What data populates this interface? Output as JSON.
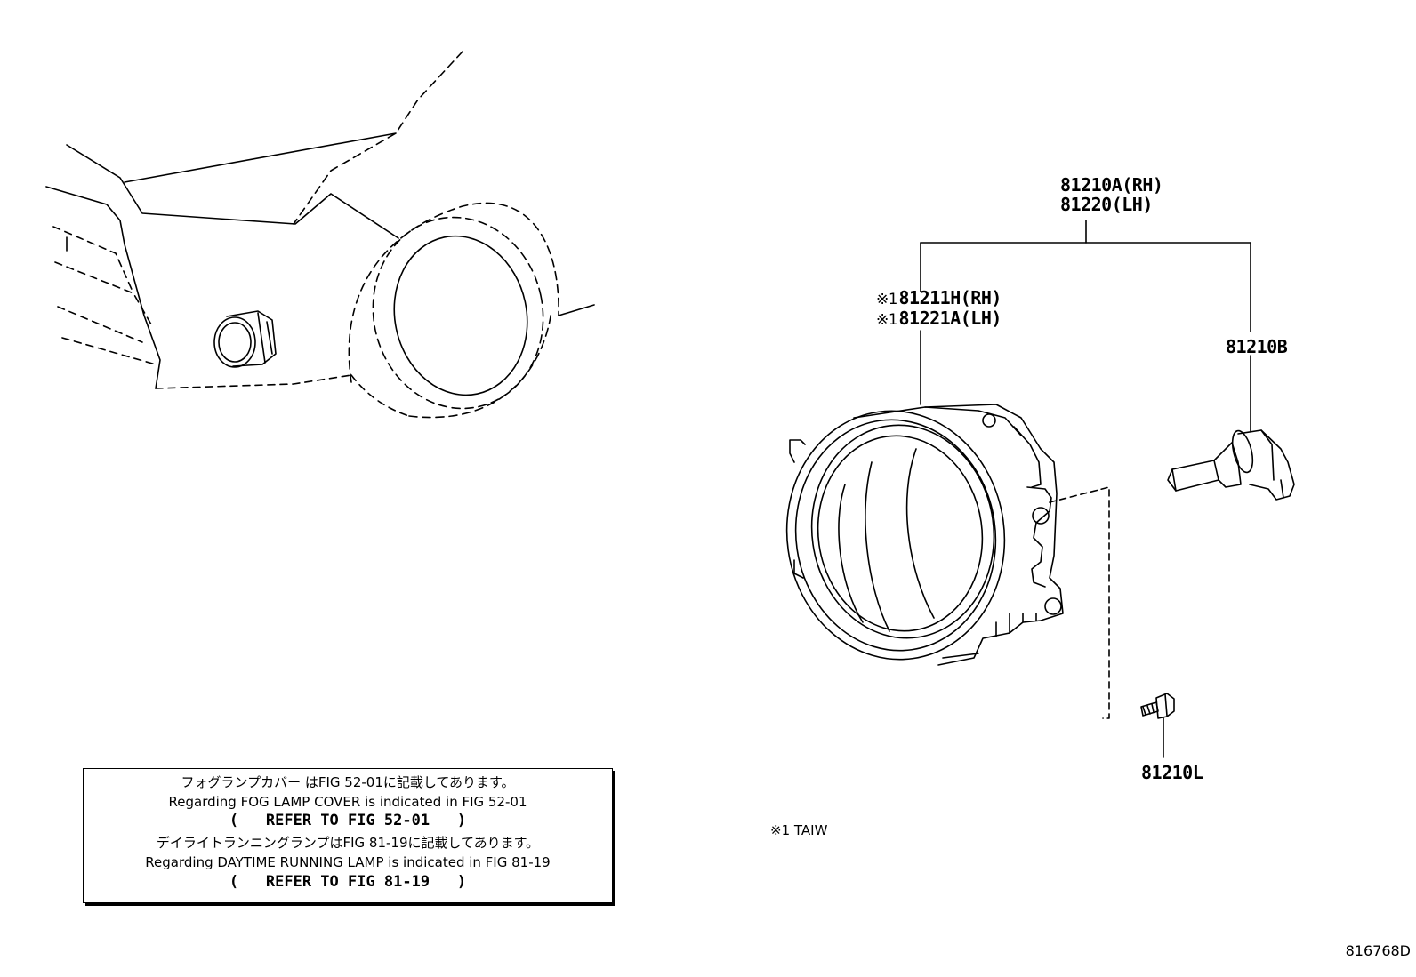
{
  "callouts": {
    "assy_rh": "81210A(RH)",
    "assy_lh": "81220(LH)",
    "unit_rh": "81211H(RH)",
    "unit_lh": "81221A(LH)",
    "unit_mark": "※1",
    "bulb": "81210B",
    "screw": "81210L"
  },
  "notes": {
    "jp_cover": "フォグランプカバー はFIG 52-01に記載してあります。",
    "en_cover": "Regarding FOG LAMP COVER is indicated in FIG 52-01",
    "ref_cover_open": "(",
    "ref_cover": "REFER TO FIG 52-01",
    "ref_cover_close": ")",
    "jp_drl": "デイライトランニングランプはFIG 81-19に記載してあります。",
    "en_drl": "Regarding DAYTIME RUNNING LAMP is indicated in FIG 81-19",
    "ref_drl_open": "(",
    "ref_drl": "REFER TO FIG 81-19",
    "ref_drl_close": ")"
  },
  "footnote": "※1 TAIW",
  "figure_id": "816768D"
}
